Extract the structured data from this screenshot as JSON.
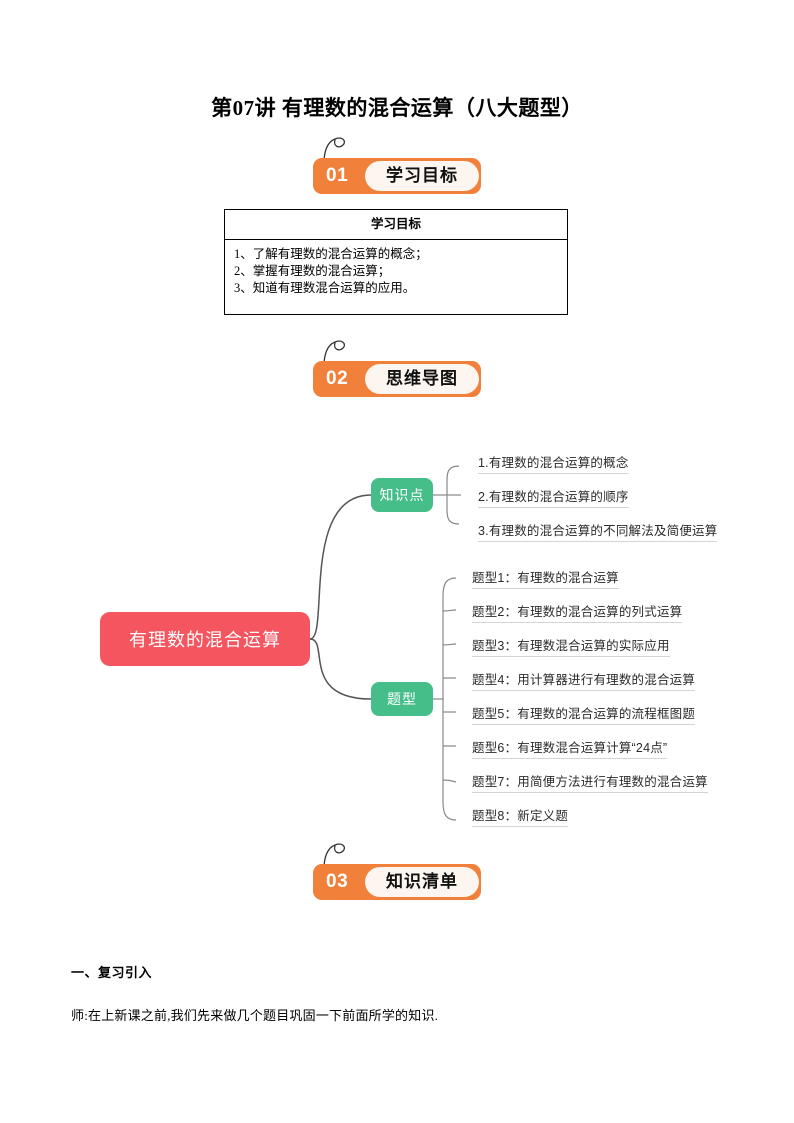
{
  "document": {
    "title": "第07讲 有理数的混合运算（八大题型）"
  },
  "sections": [
    {
      "number": "01",
      "label": "学习目标"
    },
    {
      "number": "02",
      "label": "思维导图"
    },
    {
      "number": "03",
      "label": "知识清单"
    }
  ],
  "objectives_table": {
    "header": "学习目标",
    "rows": [
      "1、了解有理数的混合运算的概念；",
      "2、掌握有理数的混合运算；",
      "3、知道有理数混合运算的应用。"
    ]
  },
  "mindmap": {
    "root": "有理数的混合运算",
    "branches": [
      {
        "label": "知识点",
        "leaves": [
          "1.有理数的混合运算的概念",
          "2.有理数的混合运算的顺序",
          "3.有理数的混合运算的不同解法及简便运算"
        ]
      },
      {
        "label": "题型",
        "leaves": [
          "题型1：有理数的混合运算",
          "题型2：有理数的混合运算的列式运算",
          "题型3：有理数混合运算的实际应用",
          "题型4：用计算器进行有理数的混合运算",
          "题型5：有理数的混合运算的流程框图题",
          "题型6：有理数混合运算计算“24点”",
          "题型7：用简便方法进行有理数的混合运算",
          "题型8：新定义题"
        ]
      }
    ]
  },
  "bottom": {
    "heading": "一、复习引入",
    "paragraph": "师:在上新课之前,我们先来做几个题目巩固一下前面所学的知识."
  },
  "colors": {
    "badge_orange": "#F0803A",
    "badge_inner": "#FDF5EF",
    "root_red": "#F4555E",
    "branch_green": "#46BE8A",
    "connector_gray": "#555555",
    "leaf_underline": "#D4D4D4"
  }
}
